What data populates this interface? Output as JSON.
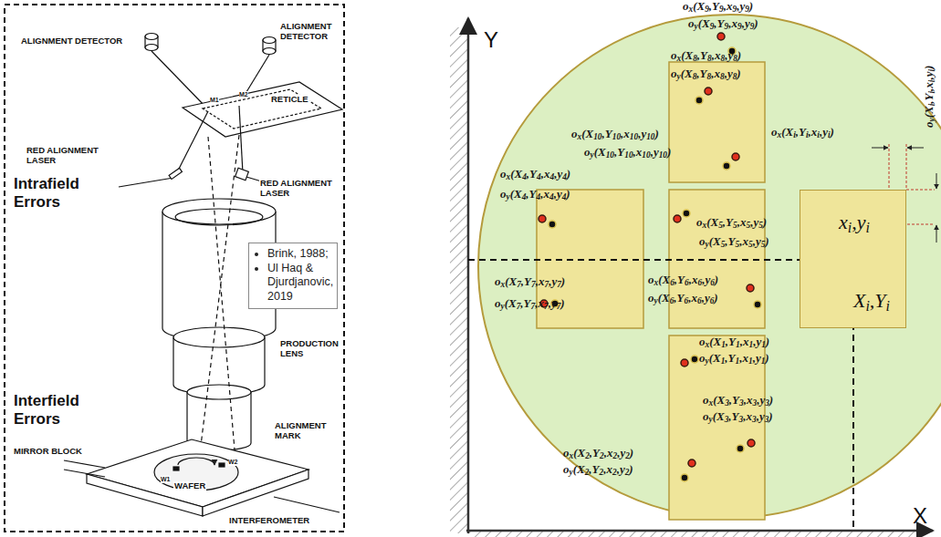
{
  "diagram": {
    "nodes": [
      {
        "text": [
          "Brink, 1988;",
          "Ul Haq & Djurdjanovic, 2019"
        ]
      },
      {
        "text": [
          "xi,yi",
          "Xi,Yi"
        ]
      }
    ],
    "labels": [
      "ALIGNMENT DETECTOR",
      "ALIGNMENT DETECTOR",
      "M1",
      "M2",
      "RETICLE",
      "RED ALIGNMENT LASER",
      "RED ALIGNMENT LASER",
      "Intrafield Errors",
      "PRODUCTION LENS",
      "Interfield Errors",
      "ALIGNMENT MARK",
      "MIRROR BLOCK",
      "W1",
      "W2",
      "WAFER",
      "INTERFEROMETER",
      "Y",
      "X",
      "ox(X9,Y9,x9,y9)",
      "oy(X9,Y9,x9,y9)",
      "ox(X8,Y8,x8,y8)",
      "oy(X8,Y8,x8,y8)",
      "ox(X10,Y10,x10,y10)",
      "oy(X10,Y10,x10,y10)",
      "ox(X4,Y4,x4,y4)",
      "oy(X4,Y4,x4,y4)",
      "ox(X5,Y5,x5,y5)",
      "oy(X5,Y5,x5,y5)",
      "ox(X7,Y7,x7,y7)",
      "oy(X7,Y7,x7,y7)",
      "ox(X6,Y6,x6,y6)",
      "oy(X6,Y6,x6,y6)",
      "ox(X1,Y1,x1,y1)",
      "oy(X1,Y1,x1,y1)",
      "ox(X3,Y3,x3,y3)",
      "oy(X3,Y3,x3,y3)",
      "ox(X2,Y2,x2,y2)",
      "oy(X2,Y2,x2,y2)",
      "ox(Xi,Yi,xi,yi)",
      "oy(Xi,Yi,xi,yi)"
    ]
  }
}
